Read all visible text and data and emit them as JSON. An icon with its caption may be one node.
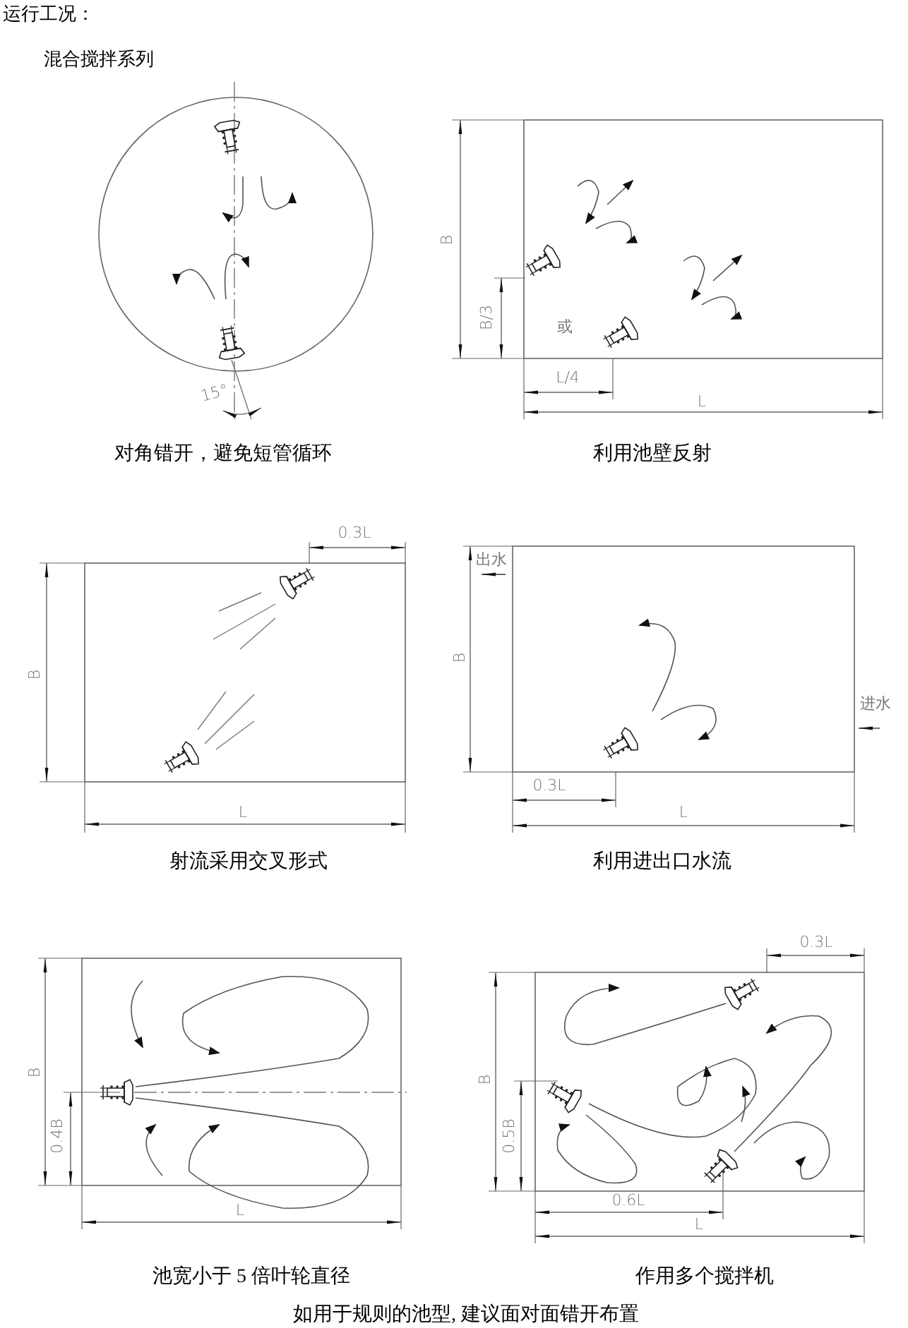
{
  "diagram": {
    "title": "运行工况：",
    "caption": "如用于规则的池型, 建议面对面错开布置",
    "labels": [
      "混合搅拌系列",
      "15°",
      "对角错开，避免短管循环",
      "B",
      "B/3",
      "或",
      "L/4",
      "L",
      "利用池壁反射",
      "0.3L",
      "B",
      "L",
      "射流采用交叉形式",
      "出水",
      "B",
      "进水",
      "0.3L",
      "L",
      "利用进出口水流",
      "0.3L",
      "B",
      "0.4B",
      "L",
      "B",
      "0.5B",
      "0.6L",
      "L",
      "池宽小于 5 倍叶轮直径",
      "作用多个搅拌机"
    ]
  }
}
